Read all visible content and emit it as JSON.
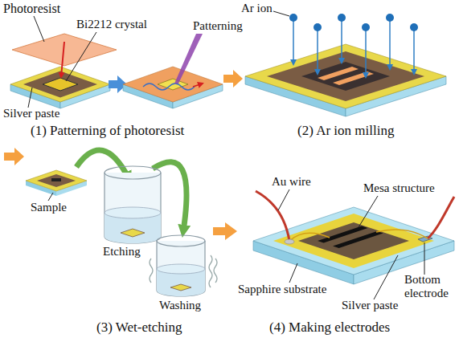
{
  "diagram": {
    "labels": [
      "Photoresist",
      "Bi2212 crystal",
      "Patterning",
      "Silver paste",
      "Ar ion",
      "(1) Patterning of photoresist",
      "(2) Ar ion milling",
      "Sample",
      "Etching",
      "Washing",
      "Au wire",
      "Mesa structure",
      "Bottom electrode",
      "Sapphire substrate",
      "Silver paste",
      "(3) Wet-etching",
      "(4) Making electrodes"
    ]
  }
}
